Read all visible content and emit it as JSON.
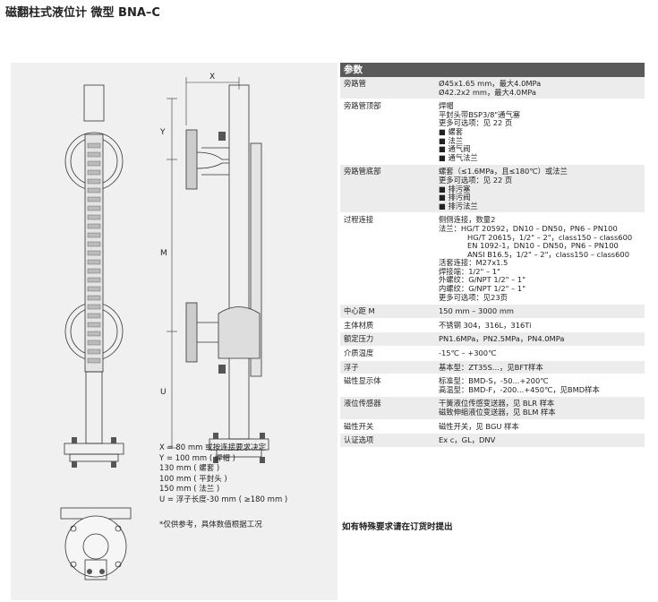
{
  "title": "磁翻柱式液位计 微型 BNA–C",
  "drawing": {
    "dim_x": "X",
    "dim_y": "Y",
    "dim_m": "M",
    "dim_u": "U"
  },
  "legend": [
    "X = 80 mm   或按连接要求决定",
    "Y = 100 mm ( 焊帽 )",
    "       130 mm ( 螺套 )",
    "       100 mm ( 平封头 )",
    "       150 mm ( 法兰 )",
    "U = 浮子长度-30 mm ( ≥180 mm )"
  ],
  "footnote": "*仅供参考，具体数值根据工况",
  "table": {
    "header": "参数",
    "rows": [
      {
        "key": "旁路管",
        "lines": [
          "Ø45x1.65 mm，最大4.0MPa",
          "Ø42.2x2 mm，最大4.0MPa"
        ]
      },
      {
        "key": "旁路管顶部",
        "lines": [
          "焊帽",
          "平封头带BSP3/8\"通气塞",
          "更多可选项：见 22 页",
          "■ 螺套",
          "■ 法兰",
          "■ 通气阀",
          "■ 通气法兰"
        ]
      },
      {
        "key": "旁路管底部",
        "lines": [
          "螺套（≤1.6MPa，且≤180℃）或法兰",
          "更多可选项：见 22 页",
          "■ 排污塞",
          "■ 排污阀",
          "■ 排污法兰"
        ]
      },
      {
        "key": "过程连接",
        "lines": [
          "侧侧连接，数量2",
          "法兰：HG/T 20592，DN10 – DN50，PN6 – PN100",
          "HG/T 20615，1/2\" – 2\"，class150 – class600",
          "EN 1092-1，DN10 – DN50，PN6 – PN100",
          "ANSI B16.5，1/2\" – 2\"，class150 – class600",
          "活套连接：M27x1.5",
          "焊接端：1/2\" – 1\"",
          "外螺纹：G/NPT 1/2\" – 1\"",
          "内螺纹：G/NPT 1/2\" – 1\"",
          "更多可选项：见23页"
        ]
      },
      {
        "key": "中心距 M",
        "lines": [
          "150 mm – 3000 mm"
        ]
      },
      {
        "key": "主体材质",
        "lines": [
          "不锈钢 304，316L，316Ti"
        ]
      },
      {
        "key": "额定压力",
        "lines": [
          "PN1.6MPa，PN2.5MPa，PN4.0MPa"
        ]
      },
      {
        "key": "介质温度",
        "lines": [
          "-15℃ – +300℃"
        ]
      },
      {
        "key": "浮子",
        "lines": [
          "基本型：ZT35S…，见BFT样本"
        ]
      },
      {
        "key": "磁性显示体",
        "lines": [
          "标准型：BMD-S，-50...+200℃",
          "高温型：BMD-F，-200...+450℃，见BMD样本"
        ]
      },
      {
        "key": "液位传感器",
        "lines": [
          "干簧液位传感变送器，见 BLR 样本",
          "磁致伸缩液位变送器，见 BLM 样本"
        ]
      },
      {
        "key": "磁性开关",
        "lines": [
          "磁性开关，见 BGU 样本"
        ]
      },
      {
        "key": "认证选项",
        "lines": [
          "Ex c，GL，DNV"
        ]
      }
    ]
  },
  "bottom_note": "如有特殊要求请在订货时提出"
}
